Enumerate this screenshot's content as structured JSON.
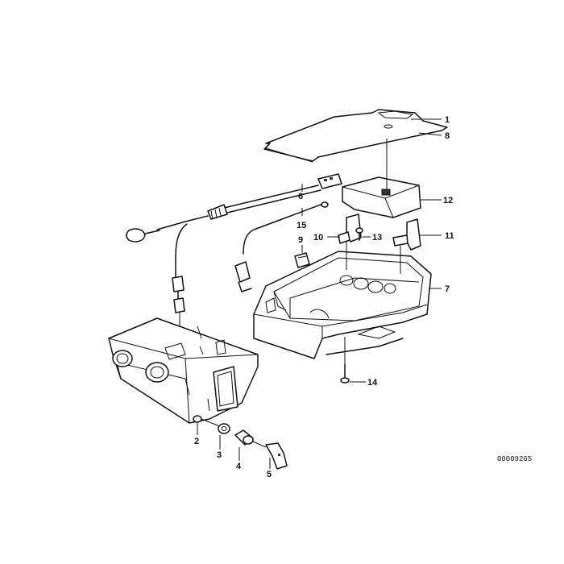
{
  "callouts": {
    "c1": "1",
    "c2": "2",
    "c3": "3",
    "c4": "4",
    "c5": "5",
    "c6": "6",
    "c7": "7",
    "c8": "8",
    "c9": "9",
    "c10": "10",
    "c11": "11",
    "c12": "12",
    "c13": "13",
    "c14": "14",
    "c15": "15"
  },
  "reference_number": "00009265"
}
